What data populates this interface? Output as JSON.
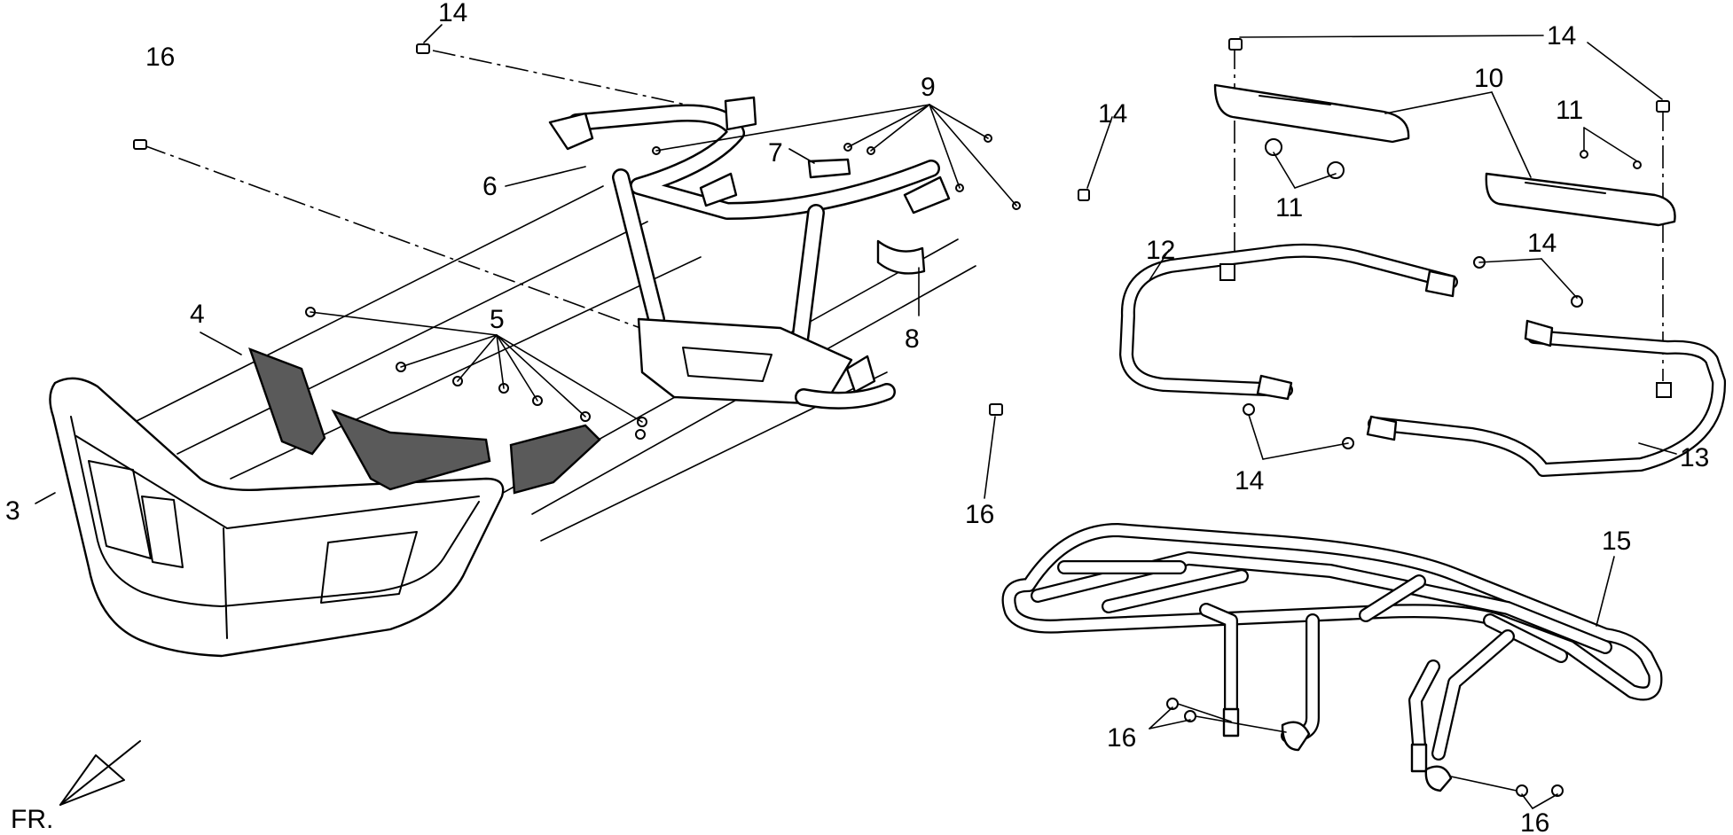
{
  "callouts": {
    "c3": "3",
    "c4": "4",
    "c5": "5",
    "c6": "6",
    "c7": "7",
    "c8": "8",
    "c9": "9",
    "c10": "10",
    "c11a": "11",
    "c11b": "11",
    "c12": "12",
    "c13": "13",
    "c14a": "14",
    "c14b": "14",
    "c14c": "14",
    "c14d": "14",
    "c14e": "14",
    "c15": "15",
    "c16a": "16",
    "c16b": "16",
    "c16c": "16",
    "c16d": "16"
  },
  "direction_label": "FR."
}
